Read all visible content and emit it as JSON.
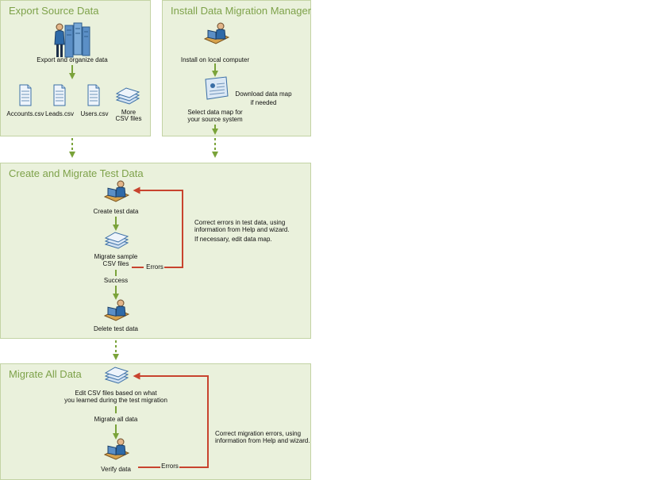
{
  "colors": {
    "panel_bg": "#eaf1dc",
    "panel_border": "#c3d3a4",
    "title": "#7ea24a",
    "flow_arrow": "#7aa33a",
    "error_arrow": "#c8432e"
  },
  "panels": {
    "export": {
      "title": "Export Source Data",
      "step_export": "Export and organize data",
      "files": {
        "accounts": "Accounts.csv",
        "leads": "Leads.csv",
        "users": "Users.csv",
        "more_line1": "More",
        "more_line2": "CSV files"
      }
    },
    "install": {
      "title": "Install Data Migration Manager",
      "step_install": "Install on local computer",
      "download_line1": "Download data map",
      "download_line2": "if needed",
      "select_line1": "Select data map for",
      "select_line2": "your source system"
    },
    "test": {
      "title": "Create and Migrate Test Data",
      "step_create": "Create test data",
      "step_migrate_line1": "Migrate sample",
      "step_migrate_line2": "CSV files",
      "success": "Success",
      "errors": "Errors",
      "step_delete": "Delete test data",
      "correct_line1": "Correct errors in test data, using",
      "correct_line2": "information from Help and wizard.",
      "edit_map": "If necessary, edit data map."
    },
    "all": {
      "title": "Migrate All Data",
      "edit_line1": "Edit CSV files based on what",
      "edit_line2": "you learned during the test migration",
      "migrate_all": "Migrate all data",
      "verify": "Verify data",
      "errors": "Errors",
      "correct_line1": "Correct migration errors, using",
      "correct_line2": "information from Help and wizard."
    }
  }
}
